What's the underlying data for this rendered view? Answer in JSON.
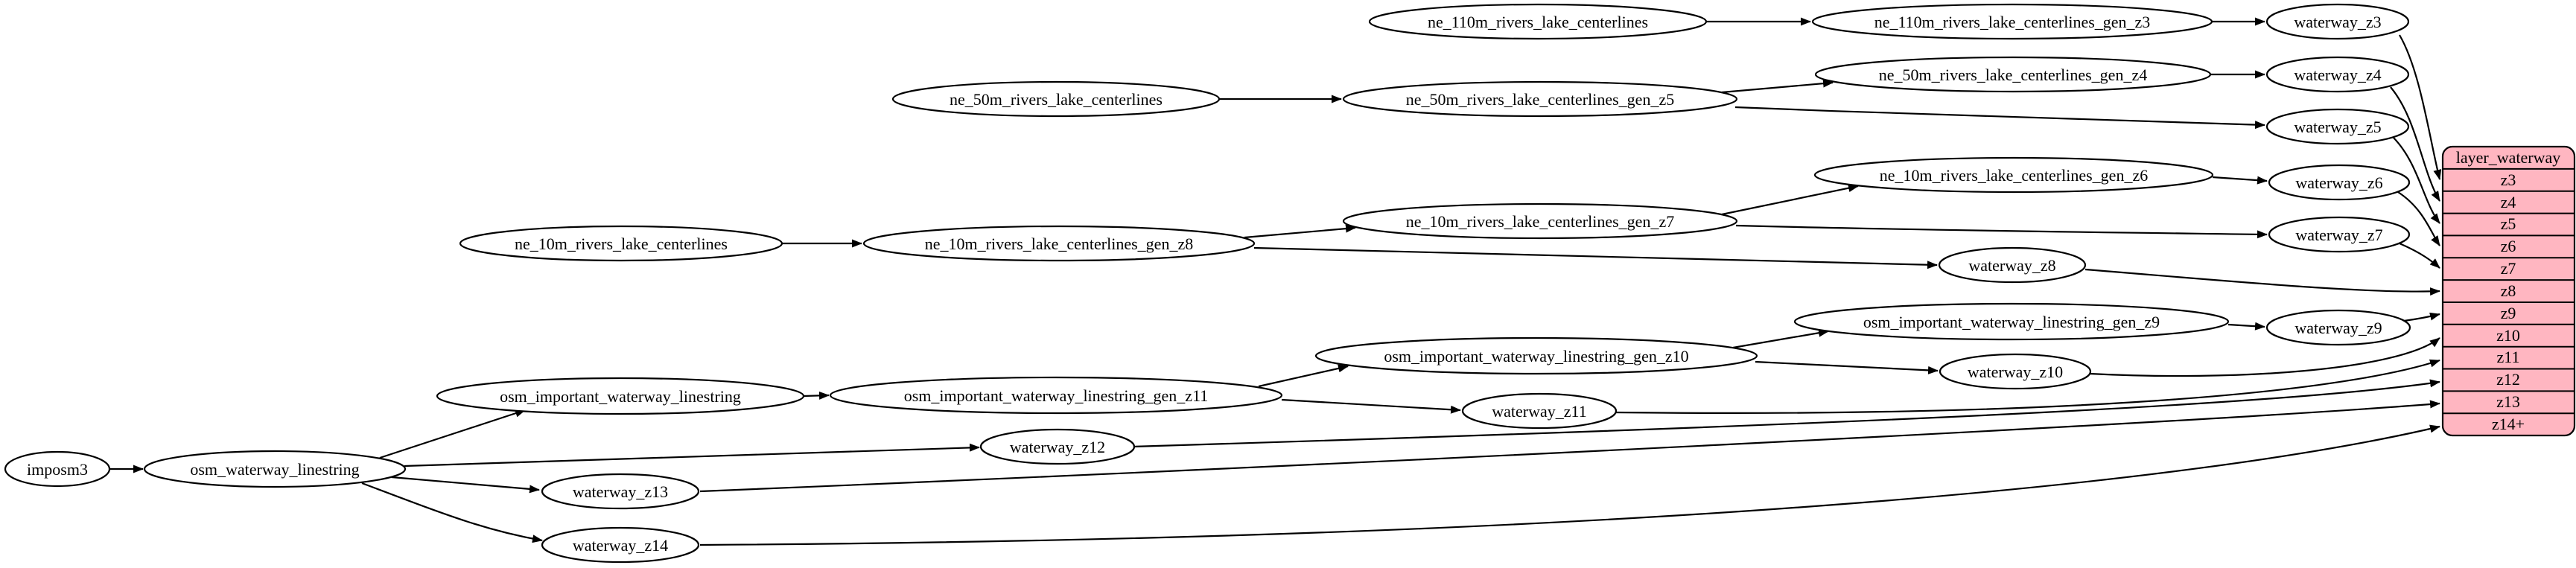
{
  "graph": {
    "background": "#ffffff",
    "node_fill": "#ffffff",
    "stroke_color": "#000000",
    "nodes": {
      "imposm3": {
        "label": "imposm3"
      },
      "osm_waterway_linestring": {
        "label": "osm_waterway_linestring"
      },
      "osm_important_waterway_linestring": {
        "label": "osm_important_waterway_linestring"
      },
      "osm_important_waterway_linestring_gen_z11": {
        "label": "osm_important_waterway_linestring_gen_z11"
      },
      "osm_important_waterway_linestring_gen_z10": {
        "label": "osm_important_waterway_linestring_gen_z10"
      },
      "osm_important_waterway_linestring_gen_z9": {
        "label": "osm_important_waterway_linestring_gen_z9"
      },
      "ne_110m_rivers_lake_centerlines": {
        "label": "ne_110m_rivers_lake_centerlines"
      },
      "ne_110m_rivers_lake_centerlines_gen_z3": {
        "label": "ne_110m_rivers_lake_centerlines_gen_z3"
      },
      "ne_50m_rivers_lake_centerlines": {
        "label": "ne_50m_rivers_lake_centerlines"
      },
      "ne_50m_rivers_lake_centerlines_gen_z5": {
        "label": "ne_50m_rivers_lake_centerlines_gen_z5"
      },
      "ne_50m_rivers_lake_centerlines_gen_z4": {
        "label": "ne_50m_rivers_lake_centerlines_gen_z4"
      },
      "ne_10m_rivers_lake_centerlines": {
        "label": "ne_10m_rivers_lake_centerlines"
      },
      "ne_10m_rivers_lake_centerlines_gen_z8": {
        "label": "ne_10m_rivers_lake_centerlines_gen_z8"
      },
      "ne_10m_rivers_lake_centerlines_gen_z7": {
        "label": "ne_10m_rivers_lake_centerlines_gen_z7"
      },
      "ne_10m_rivers_lake_centerlines_gen_z6": {
        "label": "ne_10m_rivers_lake_centerlines_gen_z6"
      },
      "waterway_z3": {
        "label": "waterway_z3"
      },
      "waterway_z4": {
        "label": "waterway_z4"
      },
      "waterway_z5": {
        "label": "waterway_z5"
      },
      "waterway_z6": {
        "label": "waterway_z6"
      },
      "waterway_z7": {
        "label": "waterway_z7"
      },
      "waterway_z8": {
        "label": "waterway_z8"
      },
      "waterway_z9": {
        "label": "waterway_z9"
      },
      "waterway_z10": {
        "label": "waterway_z10"
      },
      "waterway_z11": {
        "label": "waterway_z11"
      },
      "waterway_z12": {
        "label": "waterway_z12"
      },
      "waterway_z13": {
        "label": "waterway_z13"
      },
      "waterway_z14": {
        "label": "waterway_z14"
      }
    },
    "edges": [
      {
        "from": "imposm3",
        "to": "osm_waterway_linestring"
      },
      {
        "from": "osm_waterway_linestring",
        "to": "osm_important_waterway_linestring"
      },
      {
        "from": "osm_waterway_linestring",
        "to": "waterway_z12"
      },
      {
        "from": "osm_waterway_linestring",
        "to": "waterway_z13"
      },
      {
        "from": "osm_waterway_linestring",
        "to": "waterway_z14"
      },
      {
        "from": "osm_important_waterway_linestring",
        "to": "osm_important_waterway_linestring_gen_z11"
      },
      {
        "from": "osm_important_waterway_linestring_gen_z11",
        "to": "osm_important_waterway_linestring_gen_z10"
      },
      {
        "from": "osm_important_waterway_linestring_gen_z11",
        "to": "waterway_z11"
      },
      {
        "from": "osm_important_waterway_linestring_gen_z10",
        "to": "osm_important_waterway_linestring_gen_z9"
      },
      {
        "from": "osm_important_waterway_linestring_gen_z10",
        "to": "waterway_z10"
      },
      {
        "from": "osm_important_waterway_linestring_gen_z9",
        "to": "waterway_z9"
      },
      {
        "from": "ne_110m_rivers_lake_centerlines",
        "to": "ne_110m_rivers_lake_centerlines_gen_z3"
      },
      {
        "from": "ne_110m_rivers_lake_centerlines_gen_z3",
        "to": "waterway_z3"
      },
      {
        "from": "ne_50m_rivers_lake_centerlines",
        "to": "ne_50m_rivers_lake_centerlines_gen_z5"
      },
      {
        "from": "ne_50m_rivers_lake_centerlines_gen_z5",
        "to": "ne_50m_rivers_lake_centerlines_gen_z4"
      },
      {
        "from": "ne_50m_rivers_lake_centerlines_gen_z5",
        "to": "waterway_z5"
      },
      {
        "from": "ne_50m_rivers_lake_centerlines_gen_z4",
        "to": "waterway_z4"
      },
      {
        "from": "ne_10m_rivers_lake_centerlines",
        "to": "ne_10m_rivers_lake_centerlines_gen_z8"
      },
      {
        "from": "ne_10m_rivers_lake_centerlines_gen_z8",
        "to": "ne_10m_rivers_lake_centerlines_gen_z7"
      },
      {
        "from": "ne_10m_rivers_lake_centerlines_gen_z8",
        "to": "waterway_z8"
      },
      {
        "from": "ne_10m_rivers_lake_centerlines_gen_z7",
        "to": "ne_10m_rivers_lake_centerlines_gen_z6"
      },
      {
        "from": "ne_10m_rivers_lake_centerlines_gen_z7",
        "to": "waterway_z7"
      },
      {
        "from": "ne_10m_rivers_lake_centerlines_gen_z6",
        "to": "waterway_z6"
      },
      {
        "from": "waterway_z3",
        "to": "layer_waterway.z3"
      },
      {
        "from": "waterway_z4",
        "to": "layer_waterway.z4"
      },
      {
        "from": "waterway_z5",
        "to": "layer_waterway.z5"
      },
      {
        "from": "waterway_z6",
        "to": "layer_waterway.z6"
      },
      {
        "from": "waterway_z7",
        "to": "layer_waterway.z7"
      },
      {
        "from": "waterway_z8",
        "to": "layer_waterway.z8"
      },
      {
        "from": "waterway_z9",
        "to": "layer_waterway.z9"
      },
      {
        "from": "waterway_z10",
        "to": "layer_waterway.z10"
      },
      {
        "from": "waterway_z11",
        "to": "layer_waterway.z11"
      },
      {
        "from": "waterway_z12",
        "to": "layer_waterway.z12"
      },
      {
        "from": "waterway_z13",
        "to": "layer_waterway.z13"
      },
      {
        "from": "waterway_z14",
        "to": "layer_waterway.z14+"
      }
    ],
    "table": {
      "title": "layer_waterway",
      "fill": "#ffb6c1",
      "rows": [
        "z3",
        "z4",
        "z5",
        "z6",
        "z7",
        "z8",
        "z9",
        "z10",
        "z11",
        "z12",
        "z13",
        "z14+"
      ]
    }
  }
}
